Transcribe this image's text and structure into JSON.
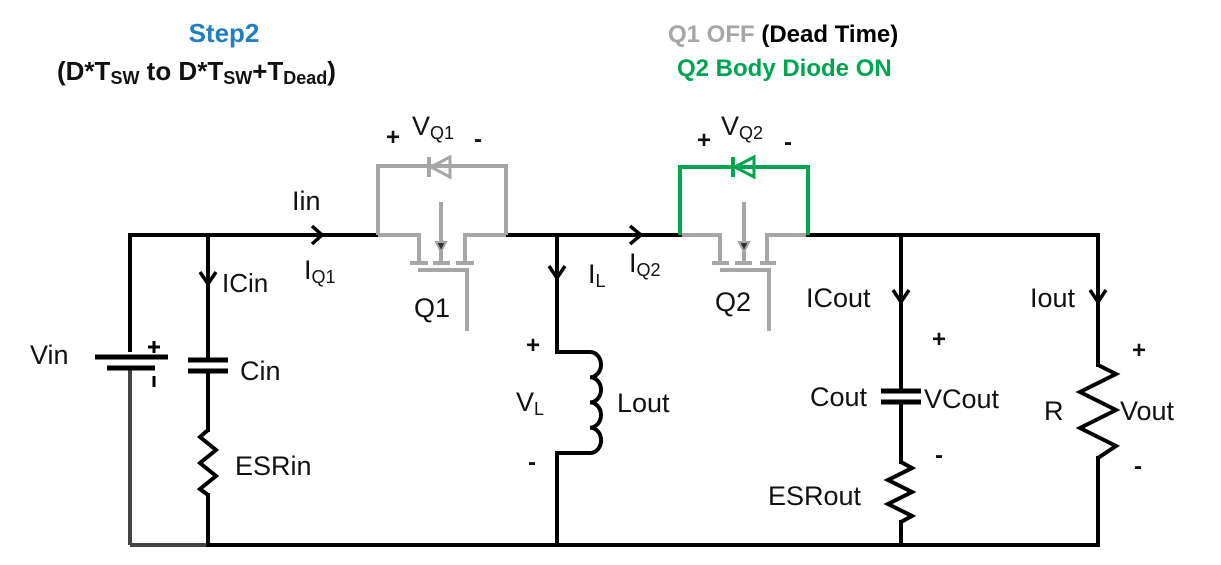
{
  "colors": {
    "wire": "#000000",
    "off_device": "#a6a6a6",
    "on_path": "#00a550",
    "title_blue": "#1f7fc1"
  },
  "title_left": {
    "step": "Step2",
    "interval_prefix": "(D*T",
    "interval_sub1": "SW",
    "interval_mid": " to D*T",
    "interval_sub2": "SW",
    "interval_plus": "+T",
    "interval_sub3": "Dead",
    "interval_suffix": ")"
  },
  "title_right": {
    "q1_state": "Q1 OFF",
    "dead_time": "(Dead Time)",
    "q2_state": "Q2 Body Diode ON"
  },
  "components": {
    "vin": "Vin",
    "cin": "Cin",
    "esrin": "ESRin",
    "q1": "Q1",
    "q2": "Q2",
    "lout": "Lout",
    "cout": "Cout",
    "esrout": "ESRout",
    "r": "R"
  },
  "currents": {
    "iin": "Iin",
    "icin": "ICin",
    "iq1_main": "I",
    "iq1_sub": "Q1",
    "il_main": "I",
    "il_sub": "L",
    "iq2_main": "I",
    "iq2_sub": "Q2",
    "icout": "ICout",
    "iout": "Iout"
  },
  "voltages": {
    "vq1_main": "V",
    "vq1_sub": "Q1",
    "vq2_main": "V",
    "vq2_sub": "Q2",
    "vl_main": "V",
    "vl_sub": "L",
    "vcout": "VCout",
    "vout": "Vout",
    "plus": "+",
    "minus": "-"
  }
}
